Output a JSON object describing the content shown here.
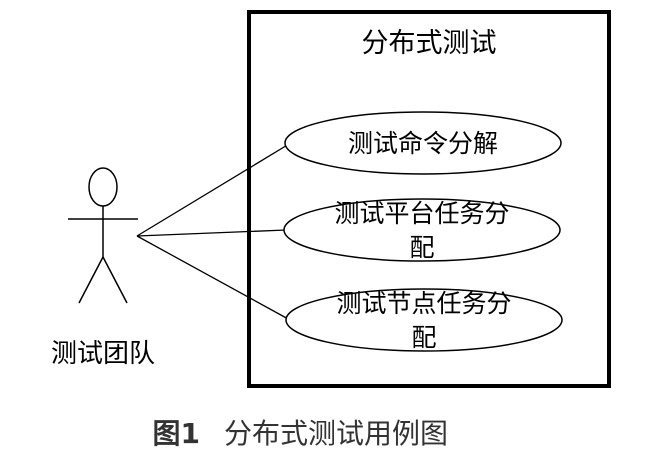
{
  "system": {
    "title": "分布式测试"
  },
  "actor": {
    "name": "测试团队"
  },
  "use_cases": [
    {
      "lines": [
        "测试命令分解"
      ]
    },
    {
      "lines": [
        "测试平台任务分",
        "配"
      ]
    },
    {
      "lines": [
        "测试节点任务分",
        "配"
      ]
    }
  ],
  "caption": {
    "figure_label": "图1",
    "text": "分布式测试用例图"
  }
}
